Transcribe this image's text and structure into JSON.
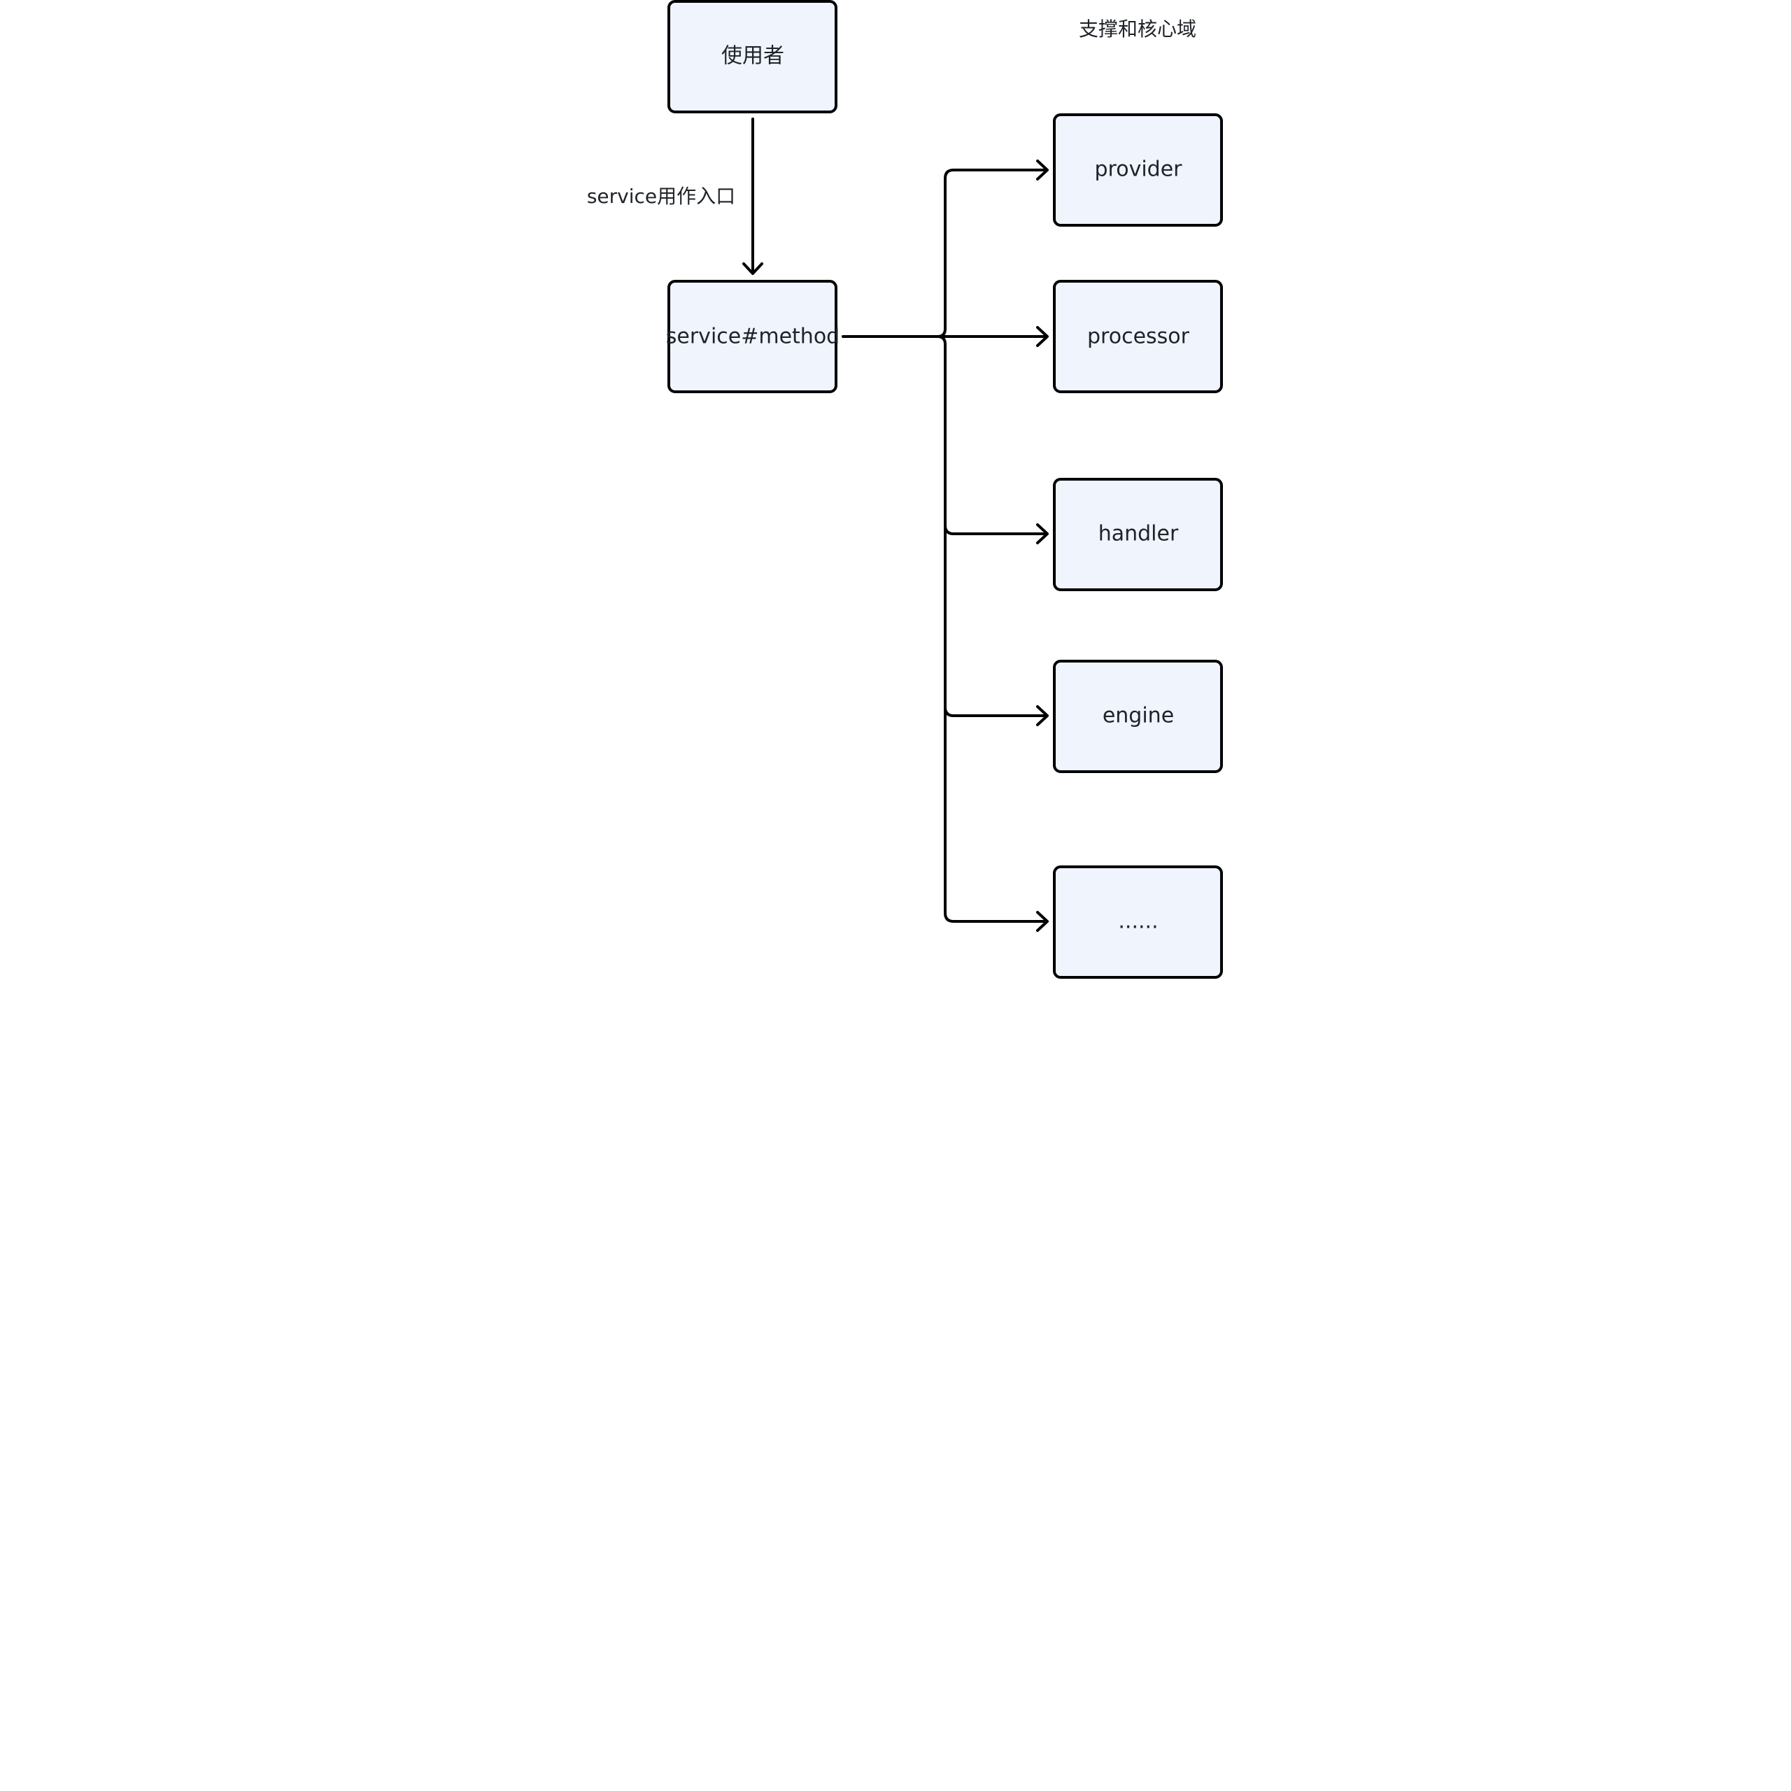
{
  "diagram": {
    "group_title": "支撑和核心域",
    "edge_label": "service用作入口",
    "user_node": "使用者",
    "entry_node": "service#method",
    "targets": [
      "provider",
      "processor",
      "handler",
      "engine",
      "......"
    ],
    "colors": {
      "node_fill": "#eff4fd",
      "stroke": "#000000",
      "text": "#1f2329"
    }
  }
}
